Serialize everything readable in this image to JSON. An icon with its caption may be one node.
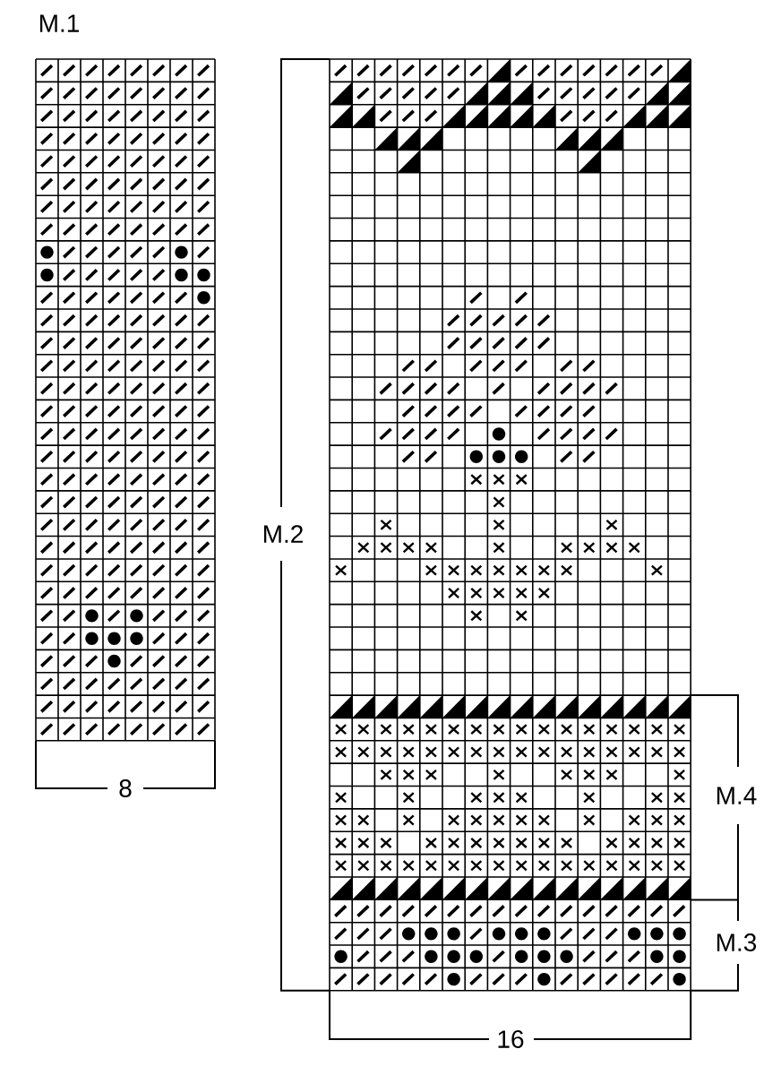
{
  "diagram": {
    "labels": [
      "M.1",
      "M.2",
      "M.4",
      "8",
      "M.3",
      "16"
    ]
  }
}
